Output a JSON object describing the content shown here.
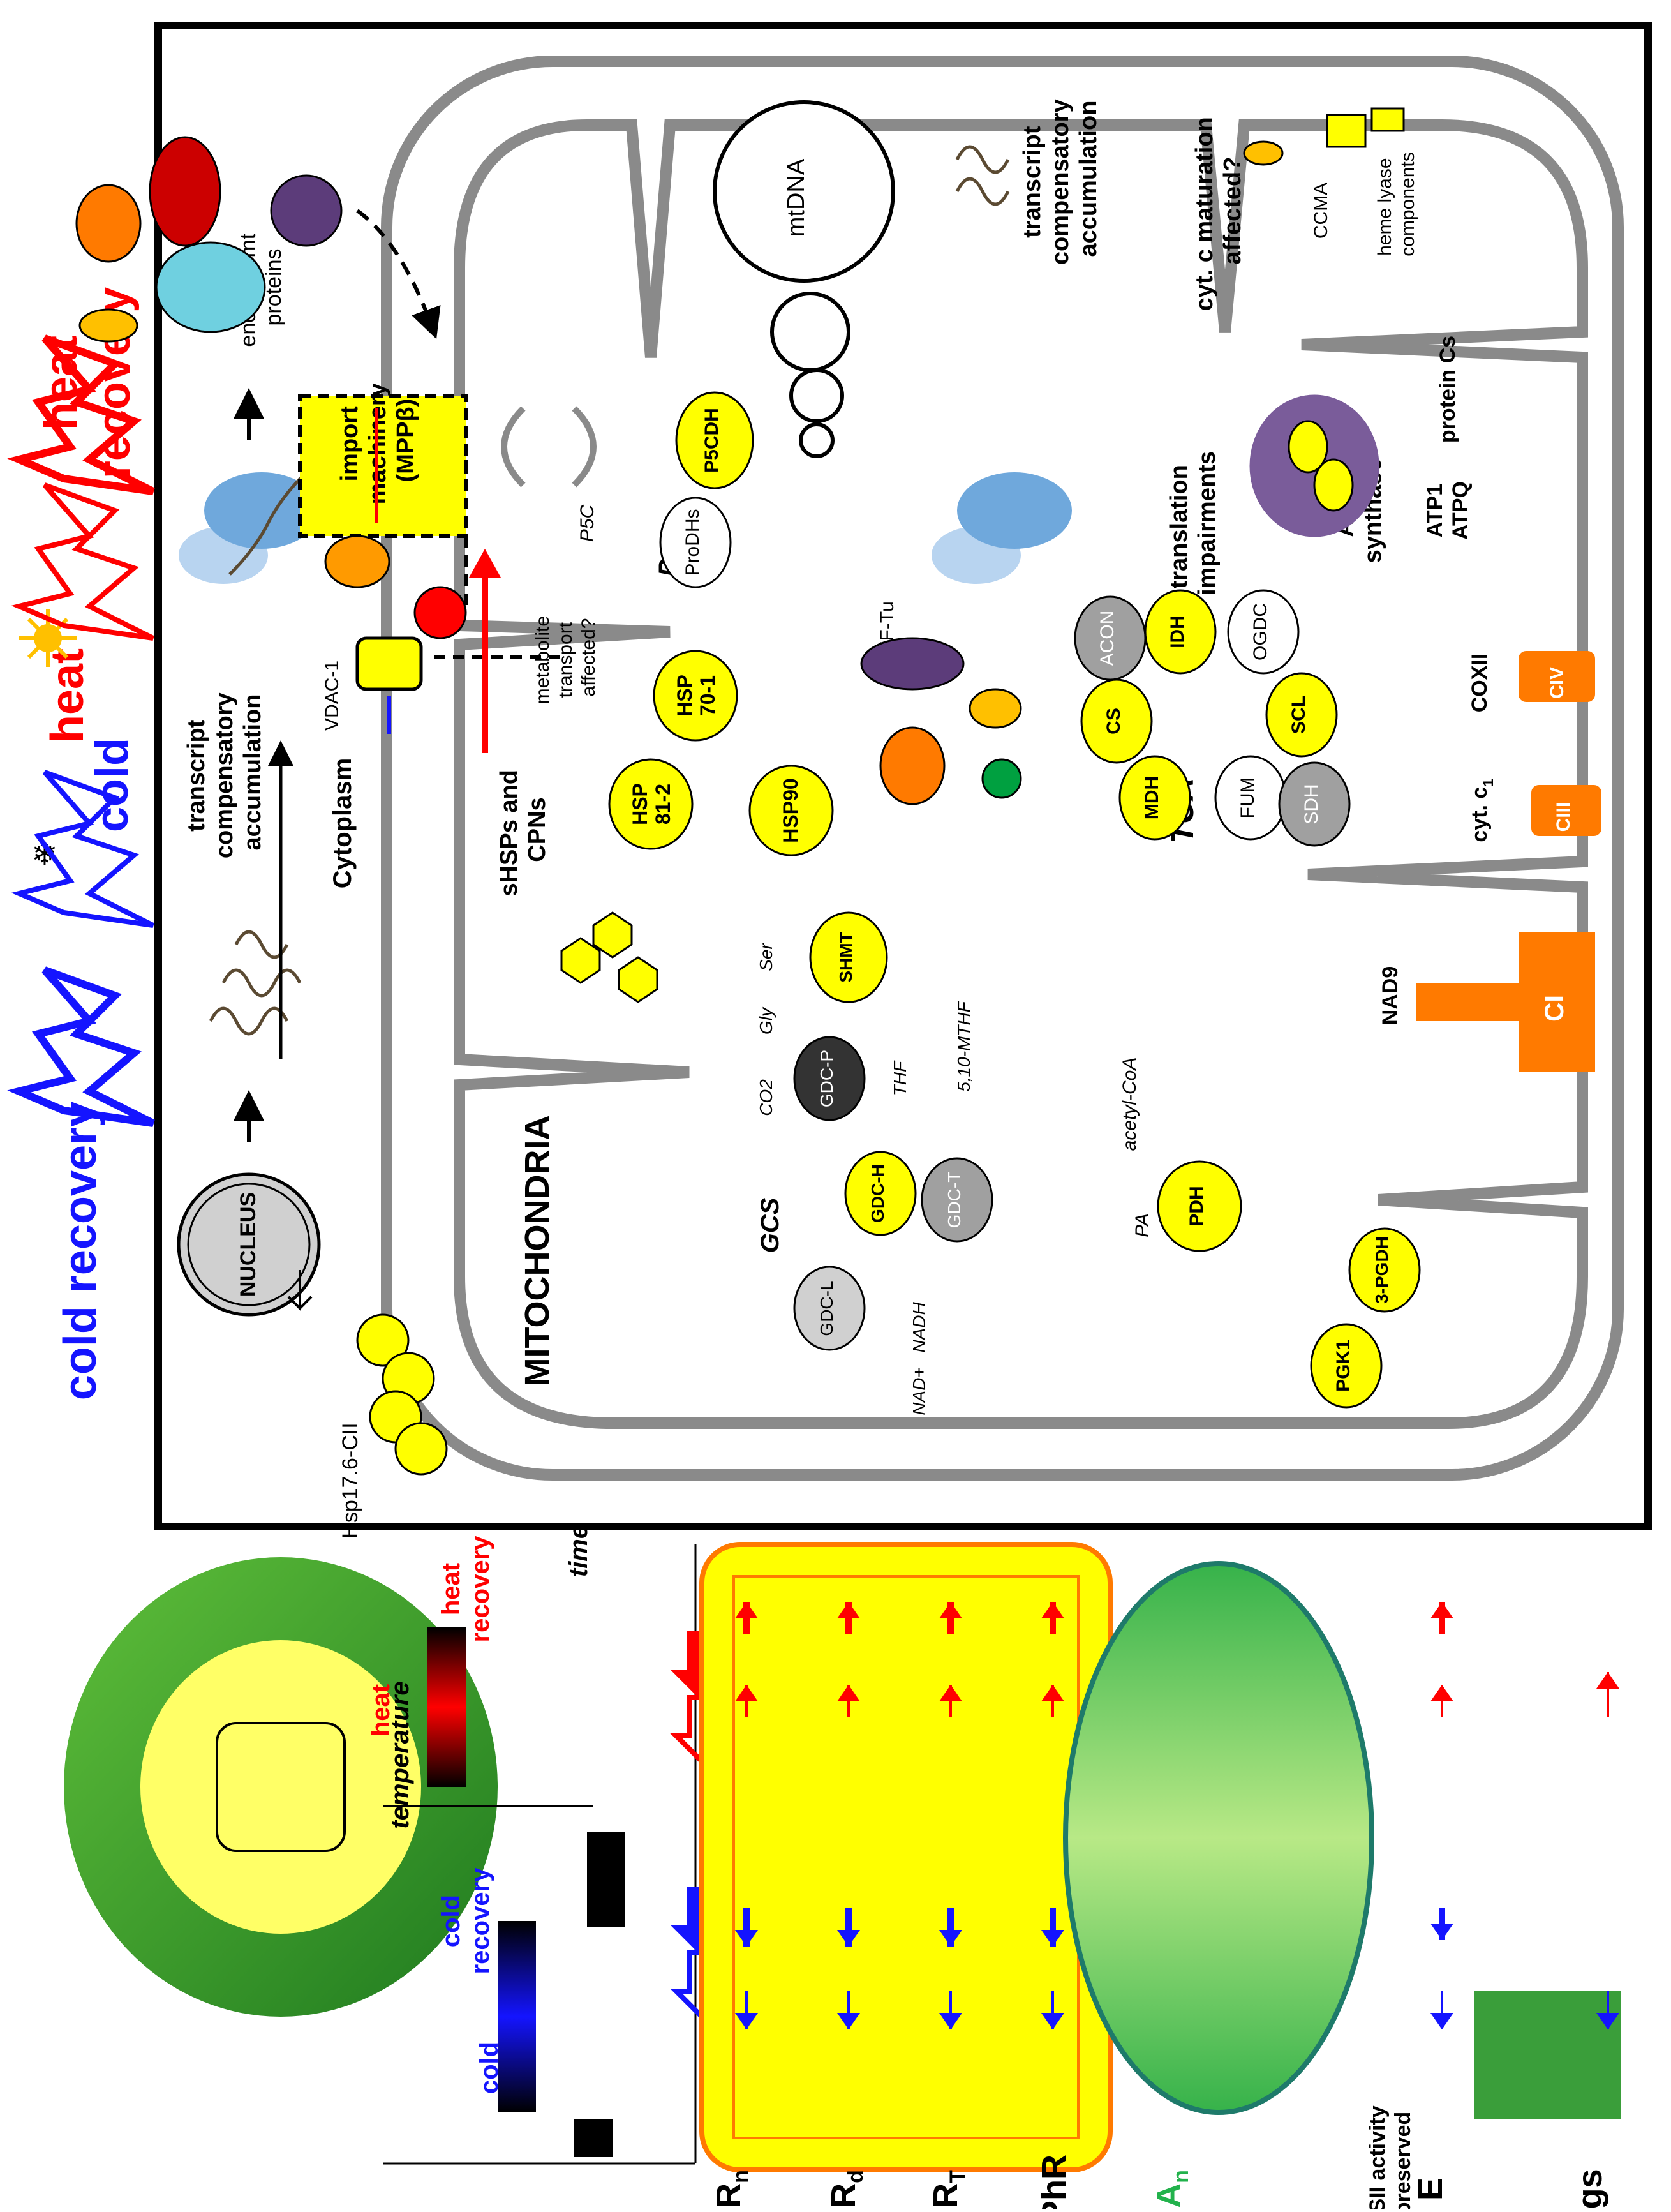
{
  "colors": {
    "heat": "#ff0000",
    "cold": "#1414ff",
    "protein": "#ffff00",
    "membrane": "#8a8a8a",
    "frame": "#000000",
    "complex": "#ff7a00",
    "chloroplast": "#22b24c",
    "ribosome": "#6fa8dc"
  },
  "conditions": {
    "cold_recovery": "cold\nrecovery",
    "cold": "cold",
    "heat": "heat",
    "heat_recovery": "heat\nrecovery",
    "cold_icon": "snowflake-icon",
    "heat_icon": "sun-icon"
  },
  "cell": {
    "nucleus": "NUCLEUS",
    "cytoplasm": "Cytoplasm",
    "mitochondria": "MITOCHONDRIA",
    "hsp_outer": "Hsp17.6-CII",
    "transcript_nuclear": "transcript\ncompensatory\naccumulation",
    "nuclear_proteins": "nuclear-\nencoded mt\nproteins",
    "import_machinery": "import\nmachinery\n(MPPβ)",
    "vdac": "VDAC-1",
    "metabolite_transport": "metabolite\ntransport\naffected?",
    "mtdna": "mtDNA",
    "transcript_mt": "transcript\ncompensatory\naccumulation",
    "translation": "translation\nimpairments",
    "mtef": "mtEF-Tu",
    "cytc_maturation": "cyt. c maturation\naffected?",
    "ccma": "CCMA",
    "heme_lyase": "heme lyase\ncomponents",
    "atp_synthase": "ATP\nsynthase",
    "atp1": "ATP1",
    "atpq": "ATPQ",
    "protein_cs": "protein Cs",
    "coxii": "COXII",
    "civ": "CIV",
    "cyt_c1": "cyt. c",
    "cyt_c1_sub": "1",
    "ciii": "CIII",
    "nad9": "NAD9",
    "ci": "CI",
    "shsps": "sHSPs and\nCPNs",
    "hsp81": "HSP\n81-2",
    "hsp90": "HSP90",
    "hsp70": "HSP\n70-1",
    "pro": "Pro",
    "p5c": "P5C",
    "prodhs": "ProDHs",
    "p5cdh": "P5CDH",
    "gcs": "GCS",
    "gdc_l": "GDC-L",
    "gdc_h": "GDC-H",
    "gdc_t": "GDC-T",
    "gdc_p": "GDC-P",
    "shmt": "SHMT",
    "nad_plus": "NAD+",
    "nadh": "NADH",
    "co2": "CO2",
    "gly": "Gly",
    "ser": "Ser",
    "thf": "THF",
    "mthf": "5,10-MTHF",
    "pa": "PA",
    "acetyl_coa": "acetyl-CoA",
    "pdh": "PDH",
    "pgk1": "PGK1",
    "pgdh": "3-PGDH",
    "tca": "TCA",
    "cs": "CS",
    "mdh": "MDH",
    "fum": "FUM",
    "sdh": "SDH",
    "scl": "SCL",
    "ogdc": "OGDC",
    "idh": "IDH",
    "acon": "ACON"
  },
  "summary": {
    "temperature": "temperature",
    "time": "time",
    "cold": "cold",
    "cold_recovery": "cold\nrecovery",
    "heat": "heat",
    "heat_recovery": "heat\nrecovery",
    "psii": "PSII activity\npreserved",
    "rows": [
      "R",
      "R",
      "R",
      "PhR",
      "A",
      "E",
      "gs"
    ],
    "row_subs": [
      "n",
      "d",
      "T",
      "",
      "n",
      "",
      ""
    ]
  }
}
